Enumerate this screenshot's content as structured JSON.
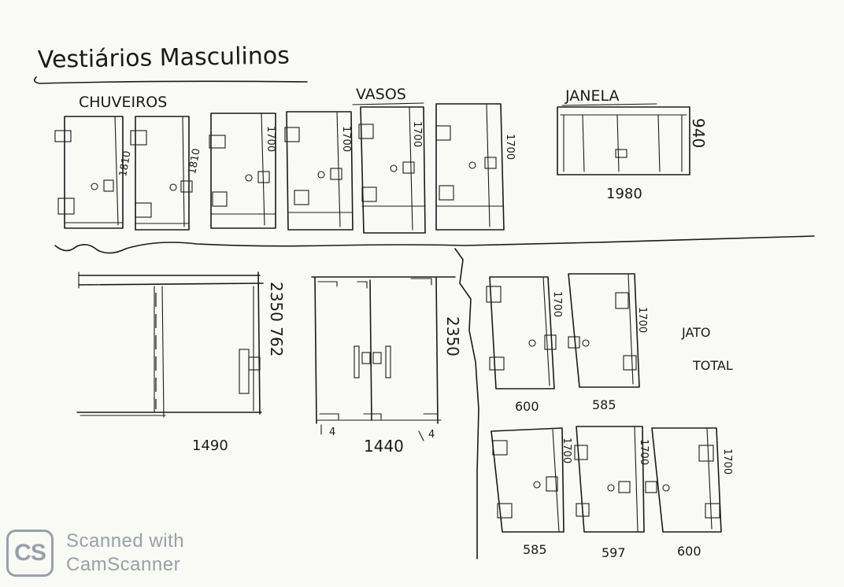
{
  "title": "Vestiários Masculinos",
  "sections": {
    "chuveiros": "CHUVEIROS",
    "vasos": "VASOS",
    "janela": "JANELA",
    "jato_total": [
      "JATO",
      "TOTAL"
    ]
  },
  "dimensions": {
    "chuveiro_1_h": "1810",
    "chuveiro_2_h": "1810",
    "vaso_1_h": "1700",
    "vaso_2_h": "1700",
    "vaso_3_h": "1700",
    "vaso_4_h": "1700",
    "janela_w": "1980",
    "janela_h": "940",
    "porta_w": "1490",
    "porta_h": "2350 762",
    "porta_dupla_w": "1440",
    "porta_dupla_h": "2350",
    "porta_dupla_mark_left": "4",
    "porta_dupla_mark_right": "4",
    "jato_top_1_h": "1700",
    "jato_top_2_h": "1700",
    "jato_top_1_w": "600",
    "jato_top_2_w": "585",
    "jato_bot_1_h": "1700",
    "jato_bot_2_h": "1700",
    "jato_bot_3_h": "1700",
    "jato_bot_1_w": "585",
    "jato_bot_2_w": "597",
    "jato_bot_3_w": "600"
  },
  "watermark": {
    "logo": "CS",
    "line1": "Scanned with",
    "line2": "CamScanner"
  }
}
